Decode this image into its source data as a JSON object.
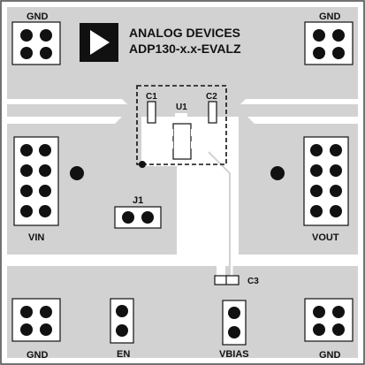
{
  "board": {
    "brand": "ANALOG DEVICES",
    "model": "ADP130-x.x-EVALZ",
    "logo": "analog-devices-triangle-logo"
  },
  "labels": {
    "gnd_top_left": "GND",
    "gnd_top_right": "GND",
    "gnd_bottom_left": "GND",
    "gnd_bottom_right": "GND",
    "vin": "VIN",
    "vout": "VOUT",
    "j1": "J1",
    "en": "EN",
    "vbias": "VBIAS",
    "u1": "U1",
    "c1": "C1",
    "c2": "C2",
    "c3": "C3"
  },
  "colors": {
    "copper": "#d2d2d2",
    "silkscreen": "#111111",
    "board": "#ffffff"
  }
}
